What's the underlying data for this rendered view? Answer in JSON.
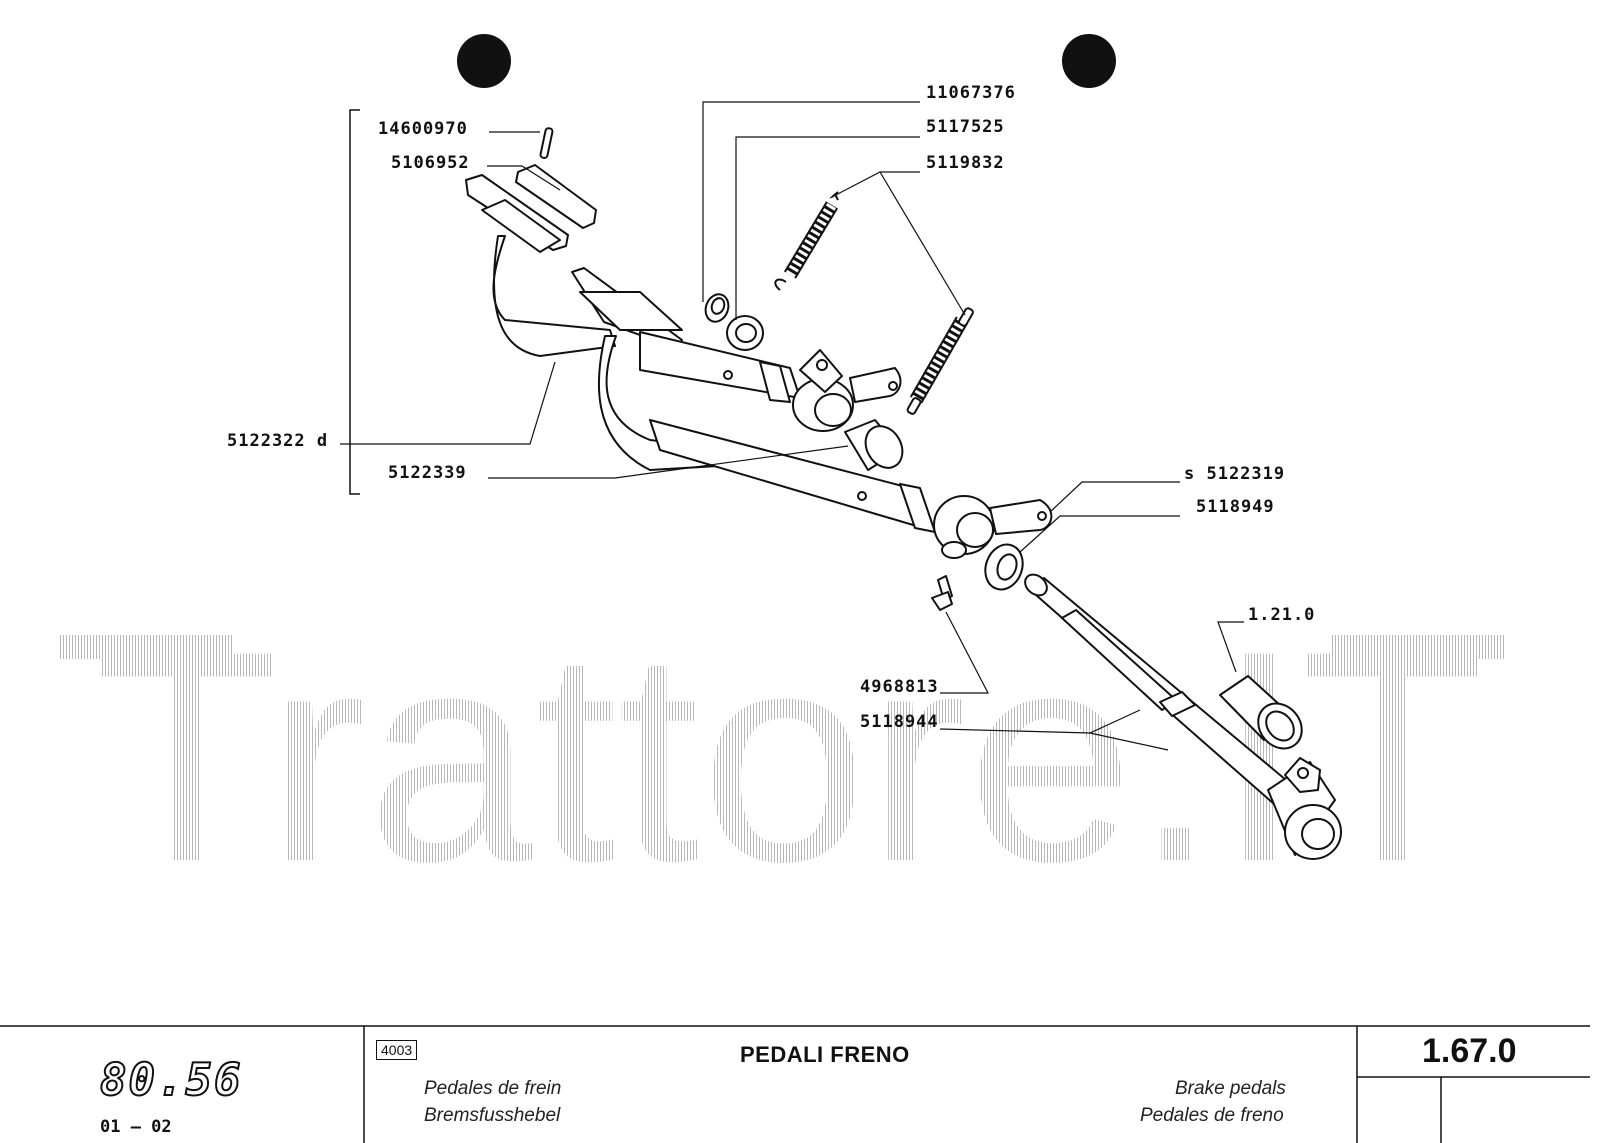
{
  "labels": {
    "l14600970": "14600970",
    "l5106952": "5106952",
    "l11067376": "11067376",
    "l5117525": "5117525",
    "l5119832": "5119832",
    "l5122322": "5122322 d",
    "l5122339": "5122339",
    "l5122319": "s 5122319",
    "l5118949": "5118949",
    "l1210": "1.21.0",
    "l4968813": "4968813",
    "l5118944": "5118944"
  },
  "watermark": "Trattore.IT",
  "footer": {
    "model": "80.56",
    "revision": "01 – 02",
    "code": "4003",
    "title": "PEDALI FRENO",
    "fr": "Pedales de frein",
    "de": "Bremsfusshebel",
    "en": "Brake pedals",
    "es": "Pedales de freno",
    "page": "1.67.0"
  }
}
